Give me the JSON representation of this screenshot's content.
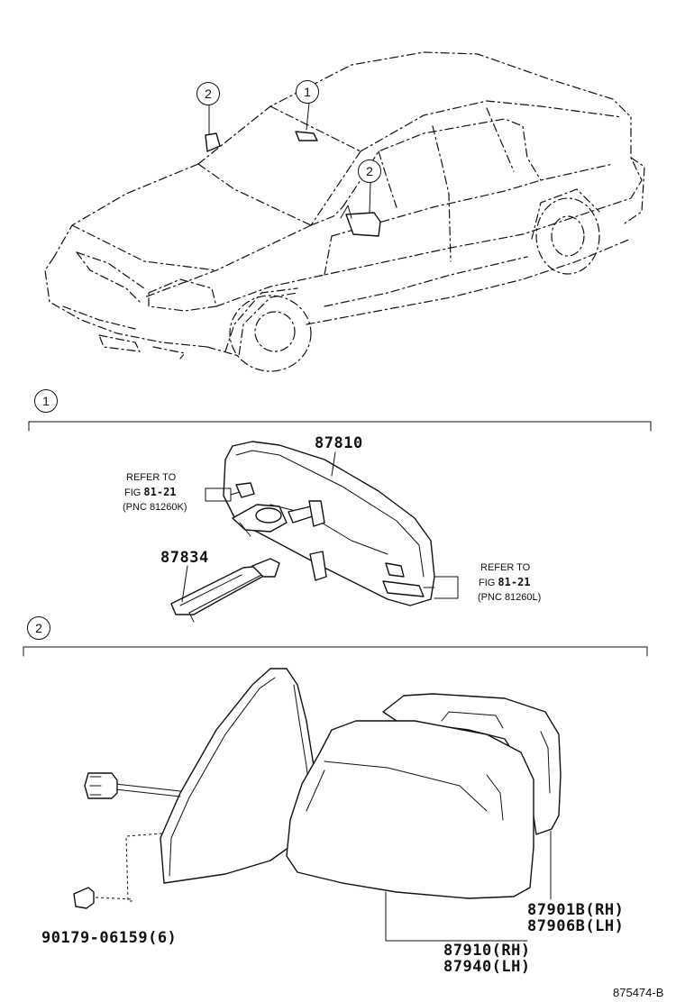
{
  "callouts": {
    "car_ref_1": "1",
    "car_ref_2_left": "2",
    "car_ref_2_right": "2",
    "section_1": "1",
    "section_2": "2"
  },
  "section_1": {
    "part_inner_mirror": "87810",
    "part_bracket": "87834",
    "ref_left": {
      "line1": "REFER TO",
      "line2_prefix": "FIG",
      "line2_fig": "81-21",
      "line3": "(PNC 81260K)"
    },
    "ref_right": {
      "line1": "REFER TO",
      "line2_prefix": "FIG",
      "line2_fig": "81-21",
      "line3": "(PNC 81260L)"
    }
  },
  "section_2": {
    "part_bolt": "90179-06159(6)",
    "part_cover_rh": "87901B(RH)",
    "part_cover_lh": "87906B(LH)",
    "part_mirror_rh": "87910(RH)",
    "part_mirror_lh": "87940(LH)"
  },
  "figure_id": "875474-B"
}
